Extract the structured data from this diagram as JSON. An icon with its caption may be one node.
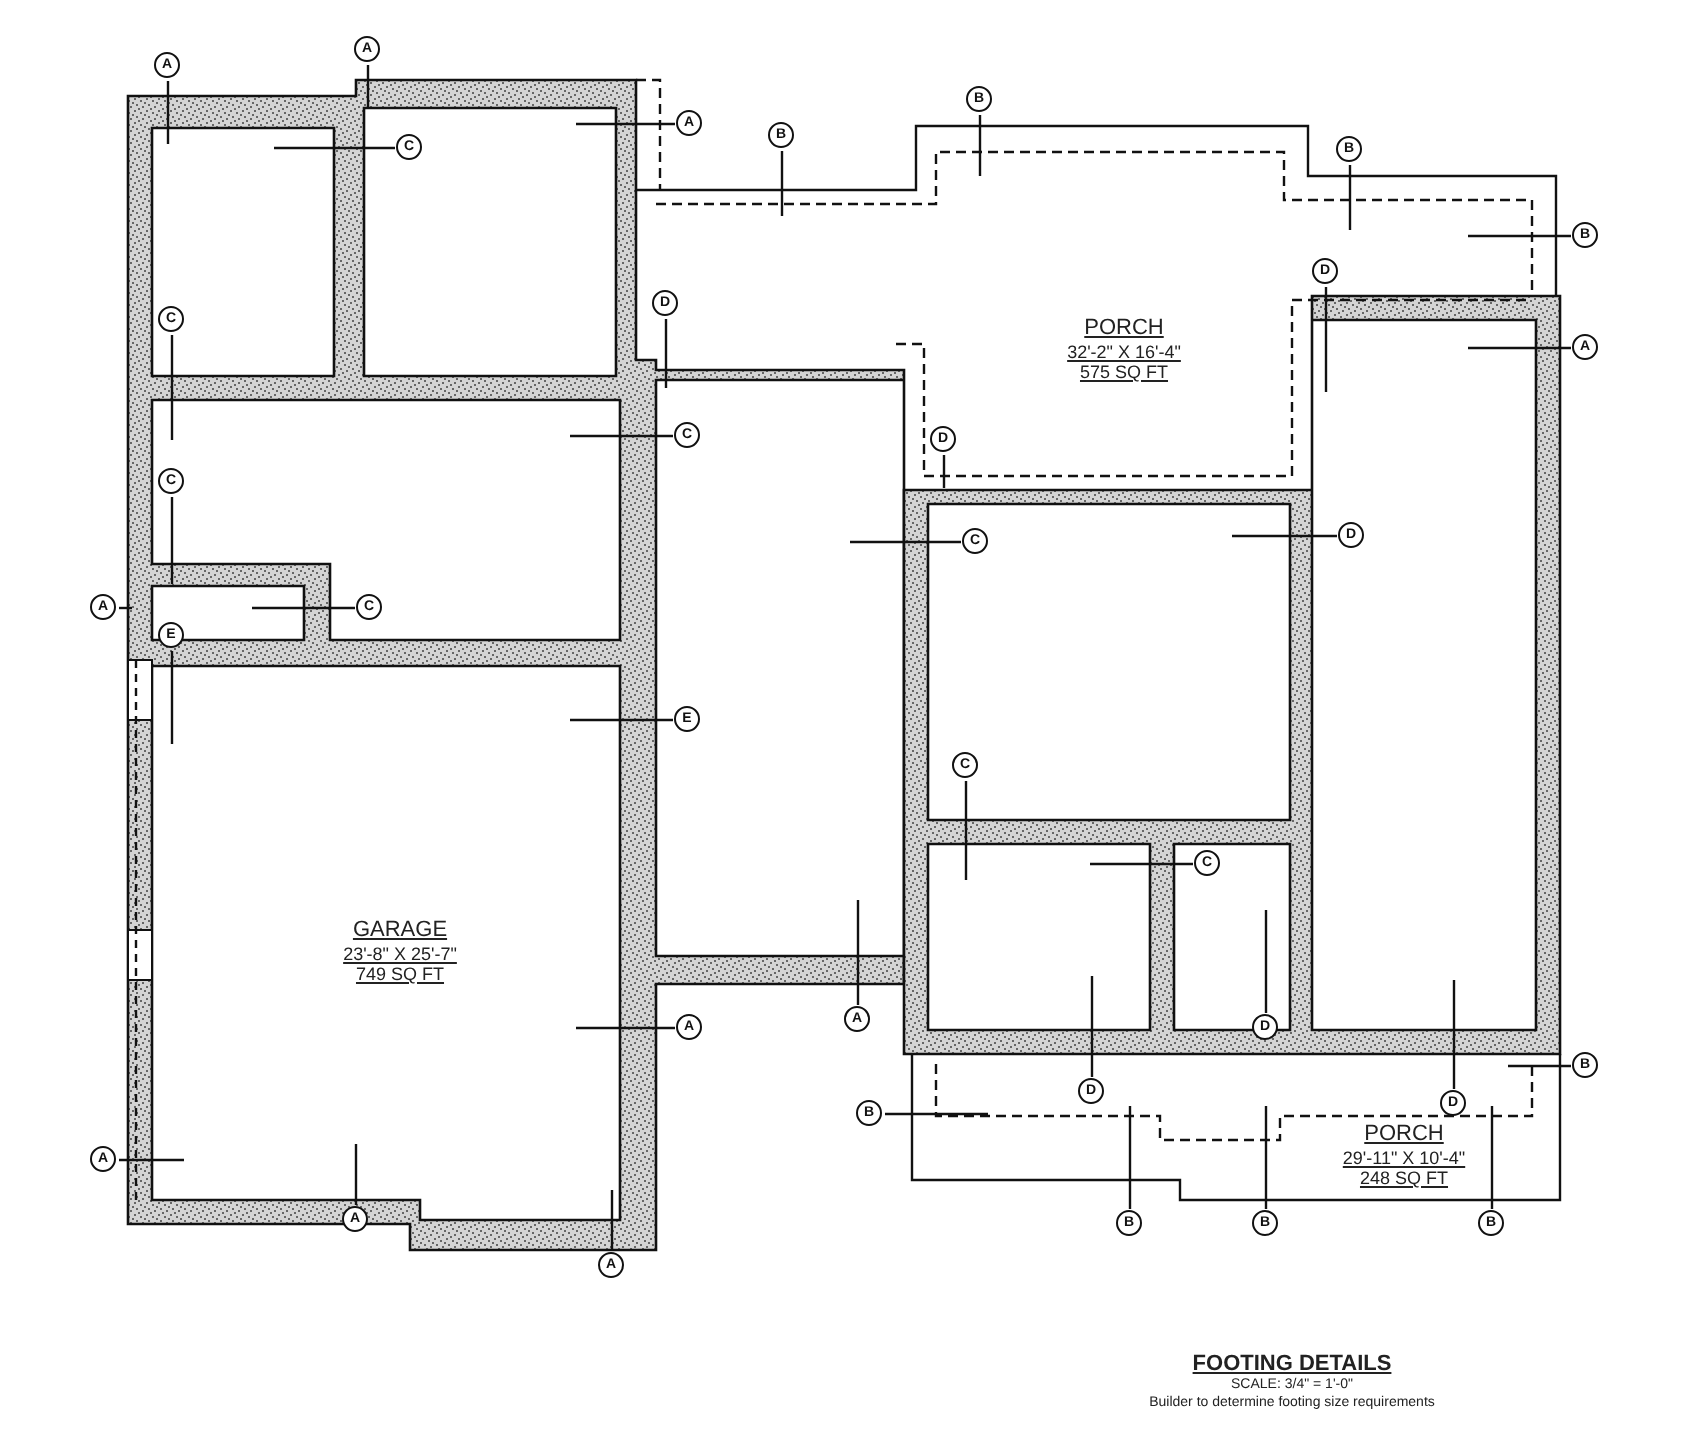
{
  "diagram": {
    "title": "FOOTING DETAILS",
    "nodes": [
      {
        "text": [
          "A"
        ]
      },
      {
        "text": [
          "A"
        ]
      },
      {
        "text": [
          "B"
        ]
      },
      {
        "text": [
          "A"
        ]
      },
      {
        "text": [
          "B"
        ]
      },
      {
        "text": [
          "C"
        ]
      },
      {
        "text": [
          "B"
        ]
      },
      {
        "text": [
          "B"
        ]
      },
      {
        "text": [
          "D"
        ]
      },
      {
        "text": [
          "D"
        ]
      },
      {
        "text": [
          "C"
        ]
      },
      {
        "text": [
          "A"
        ]
      },
      {
        "text": [
          "C"
        ]
      },
      {
        "text": [
          "D"
        ]
      },
      {
        "text": [
          "C"
        ]
      },
      {
        "text": [
          "D"
        ]
      },
      {
        "text": [
          "C"
        ]
      },
      {
        "text": [
          "A"
        ]
      },
      {
        "text": [
          "C"
        ]
      },
      {
        "text": [
          "E"
        ]
      },
      {
        "text": [
          "E"
        ]
      },
      {
        "text": [
          "C"
        ]
      },
      {
        "text": [
          "C"
        ]
      },
      {
        "text": [
          "A"
        ]
      },
      {
        "text": [
          "D"
        ]
      },
      {
        "text": [
          "A"
        ]
      },
      {
        "text": [
          "B"
        ]
      },
      {
        "text": [
          "D"
        ]
      },
      {
        "text": [
          "D"
        ]
      },
      {
        "text": [
          "B"
        ]
      },
      {
        "text": [
          "A"
        ]
      },
      {
        "text": [
          "A"
        ]
      },
      {
        "text": [
          "B"
        ]
      },
      {
        "text": [
          "B"
        ]
      },
      {
        "text": [
          "B"
        ]
      },
      {
        "text": [
          "A"
        ]
      }
    ],
    "edges": [
      {
        "from": 0,
        "to": null,
        "arrow": "none"
      },
      {
        "from": 1,
        "to": null,
        "arrow": "none"
      },
      {
        "from": 2,
        "to": null,
        "arrow": "none"
      },
      {
        "from": 3,
        "to": null,
        "arrow": "none"
      },
      {
        "from": 4,
        "to": null,
        "arrow": "none"
      },
      {
        "from": 5,
        "to": null,
        "arrow": "none"
      },
      {
        "from": 6,
        "to": null,
        "arrow": "none"
      },
      {
        "from": 7,
        "to": null,
        "arrow": "none"
      },
      {
        "from": 8,
        "to": null,
        "arrow": "none"
      },
      {
        "from": 9,
        "to": null,
        "arrow": "none"
      },
      {
        "from": 10,
        "to": null,
        "arrow": "none"
      },
      {
        "from": 11,
        "to": null,
        "arrow": "none"
      },
      {
        "from": 12,
        "to": null,
        "arrow": "none"
      },
      {
        "from": 13,
        "to": null,
        "arrow": "none"
      },
      {
        "from": 14,
        "to": null,
        "arrow": "none"
      },
      {
        "from": 15,
        "to": null,
        "arrow": "none"
      },
      {
        "from": 16,
        "to": null,
        "arrow": "none"
      },
      {
        "from": 17,
        "to": null,
        "arrow": "none"
      },
      {
        "from": 18,
        "to": null,
        "arrow": "none"
      },
      {
        "from": 19,
        "to": null,
        "arrow": "none"
      },
      {
        "from": 20,
        "to": null,
        "arrow": "none"
      },
      {
        "from": 21,
        "to": null,
        "arrow": "none"
      },
      {
        "from": 22,
        "to": null,
        "arrow": "none"
      },
      {
        "from": 23,
        "to": null,
        "arrow": "none"
      },
      {
        "from": 24,
        "to": null,
        "arrow": "none"
      },
      {
        "from": 25,
        "to": null,
        "arrow": "none"
      },
      {
        "from": 26,
        "to": null,
        "arrow": "none"
      },
      {
        "from": 27,
        "to": null,
        "arrow": "none"
      },
      {
        "from": 28,
        "to": null,
        "arrow": "none"
      },
      {
        "from": 29,
        "to": null,
        "arrow": "none"
      },
      {
        "from": 30,
        "to": null,
        "arrow": "none"
      },
      {
        "from": 31,
        "to": null,
        "arrow": "none"
      },
      {
        "from": 32,
        "to": null,
        "arrow": "none"
      },
      {
        "from": 33,
        "to": null,
        "arrow": "none"
      },
      {
        "from": 34,
        "to": null,
        "arrow": "none"
      },
      {
        "from": 35,
        "to": null,
        "arrow": "none"
      }
    ],
    "labels": [
      "PORCH",
      "32'-2\" X 16'-4\"",
      "575 SQ FT",
      "GARAGE",
      "23'-8\" X 25'-7\"",
      "749 SQ FT",
      "PORCH",
      "29'-11\" X 10'-4\"",
      "248 SQ FT",
      "SCALE: 3/4\" = 1'-0\"",
      "Builder to determine footing size requirements"
    ]
  }
}
